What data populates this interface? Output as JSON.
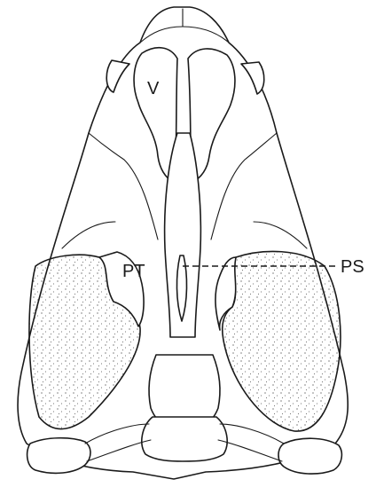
{
  "labels": {
    "v": "V",
    "pt": "PT",
    "ps": "PS"
  },
  "colors": {
    "ink": "#1a1a1a",
    "background": "#ffffff"
  }
}
